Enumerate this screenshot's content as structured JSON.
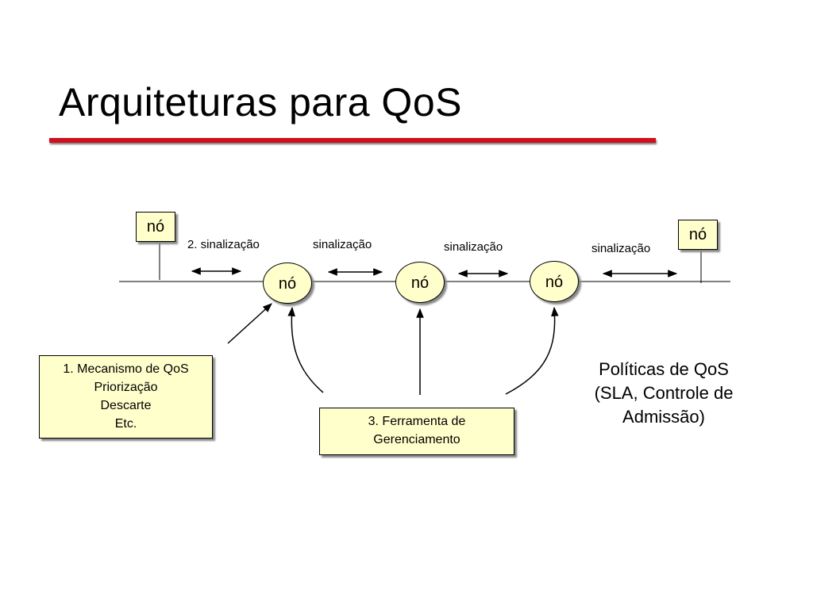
{
  "title": "Arquiteturas para QoS",
  "colors": {
    "accent": "#d0101e",
    "box_fill": "#ffffcc"
  },
  "nodes": {
    "end_left": "nó",
    "end_right": "nó",
    "mid_1": "nó",
    "mid_2": "nó",
    "mid_3": "nó"
  },
  "signaling": {
    "label_1": "2. sinalização",
    "label_2": "sinalização",
    "label_3": "sinalização",
    "label_4": "sinalização"
  },
  "mechanism": {
    "line_1": "1. Mecanismo de QoS",
    "line_2": "Priorização",
    "line_3": "Descarte",
    "line_4": "Etc."
  },
  "management": {
    "line_1": "3. Ferramenta de",
    "line_2": "Gerenciamento"
  },
  "policies": {
    "line_1": "Políticas de QoS",
    "line_2": "(SLA, Controle de",
    "line_3": "Admissão)"
  }
}
